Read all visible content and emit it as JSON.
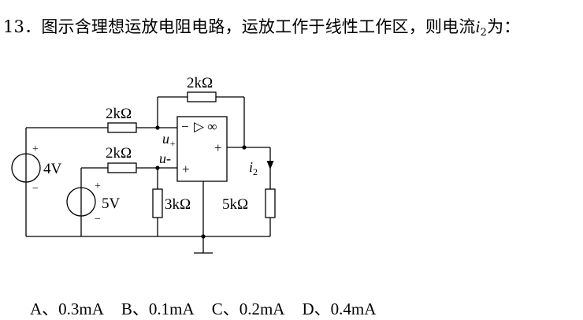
{
  "question": {
    "number": "13．",
    "text_before": "图示含理想运放电阻电路，运放工作于线性工作区，则电流",
    "var": "i",
    "sub": "2",
    "text_after": "为："
  },
  "diagram": {
    "r_feedback": "2kΩ",
    "r_top_input": "2kΩ",
    "r_bottom_input": "2kΩ",
    "r_ground": "3kΩ",
    "r_load": "5kΩ",
    "src1_value": "4V",
    "src2_value": "5V",
    "plus_sign": "+",
    "minus_sign": "−",
    "opamp_minus": "−",
    "opamp_plus_in": "+",
    "opamp_out": "+",
    "opamp_symbol": "▷ ∞",
    "u_plus_label": "u",
    "u_plus_sub": "+",
    "u_minus_label": "u-",
    "current_var": "i",
    "current_sub": "2"
  },
  "answers": [
    "A、0.3mA",
    "B、0.1mA",
    "C、0.2mA",
    "D、0.4mA"
  ]
}
